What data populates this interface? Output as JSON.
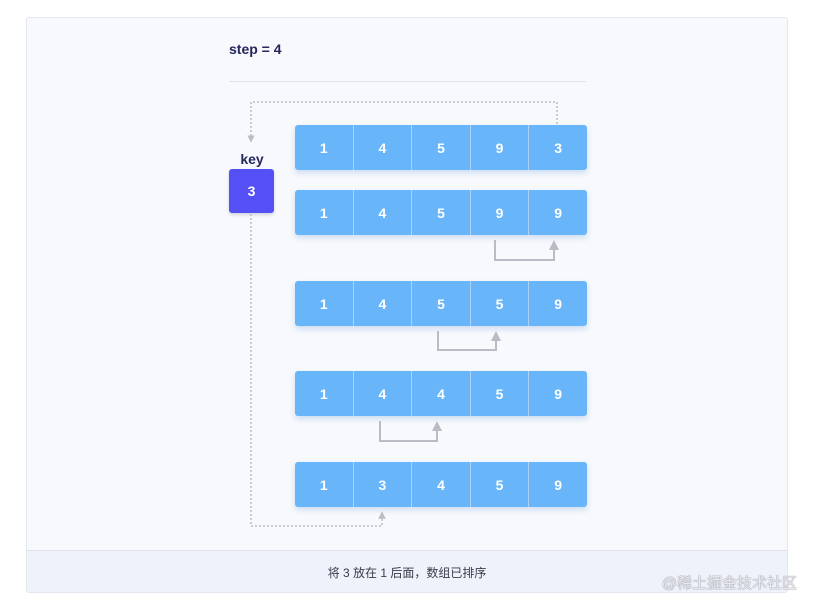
{
  "title": "step = 4",
  "key": {
    "label": "key",
    "value": "3"
  },
  "rows": [
    [
      "1",
      "4",
      "5",
      "9",
      "3"
    ],
    [
      "1",
      "4",
      "5",
      "9",
      "9"
    ],
    [
      "1",
      "4",
      "5",
      "5",
      "9"
    ],
    [
      "1",
      "4",
      "4",
      "5",
      "9"
    ],
    [
      "1",
      "3",
      "4",
      "5",
      "9"
    ]
  ],
  "caption": "将 3 放在 1 后面，数组已排序",
  "watermark": "@稀土掘金技术社区",
  "colors": {
    "cell": "#68b5fa",
    "key": "#5550f5",
    "arrow": "#b9bcc4",
    "title": "#25265e"
  }
}
